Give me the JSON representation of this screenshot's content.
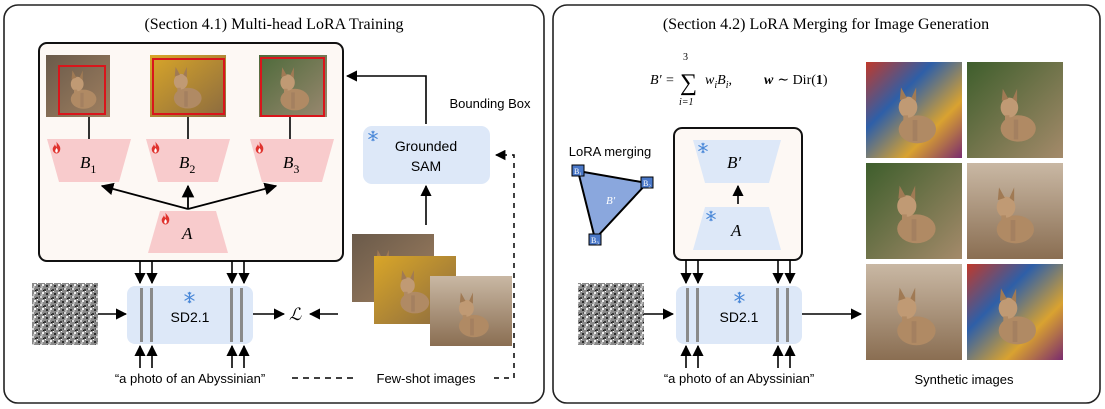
{
  "left_panel": {
    "title": "(Section 4.1) Multi-head LoRA Training",
    "heads": [
      {
        "base": "B",
        "sub": "1"
      },
      {
        "base": "B",
        "sub": "2"
      },
      {
        "base": "B",
        "sub": "3"
      }
    ],
    "shared": "A",
    "bounding_box_label": "Bounding Box",
    "grounded_sam": [
      "Grounded",
      "SAM"
    ],
    "model": "SD2.1",
    "loss": "ℒ",
    "prompt": "“a photo of an Abyssinian”",
    "fewshot": "Few-shot images"
  },
  "right_panel": {
    "title": "(Section 4.2) LoRA Merging for Image Generation",
    "formula": {
      "lhs": "B′ =",
      "sum_top": "3",
      "sum": "∑",
      "sum_bottom": "i=1",
      "body_w": "w",
      "body_i1": "i",
      "body_B": "B",
      "body_i2": "i",
      "sep": ",",
      "w_bold": "w",
      "dist": "∼ Dir(",
      "one": "1",
      "close": ")"
    },
    "lora_merging": "LoRA merging",
    "triangle_label": "B′",
    "vertices": [
      "B₁",
      "B₂",
      "B₃"
    ],
    "B_prime": "B′",
    "A": "A",
    "model": "SD2.1",
    "prompt": "“a photo of an Abyssinian”",
    "synthetic": "Synthetic images"
  },
  "colors": {
    "pink": "#f8cbcc",
    "light_blue": "#dde8f8",
    "triangle_blue": "#8aa7dd",
    "snow_blue": "#4a88d8",
    "flame_red": "#e0332e",
    "bbox_red": "#d9151b",
    "card_bg": "#fdf8f4"
  },
  "icons": [
    "snowflake-icon",
    "flame-icon"
  ]
}
